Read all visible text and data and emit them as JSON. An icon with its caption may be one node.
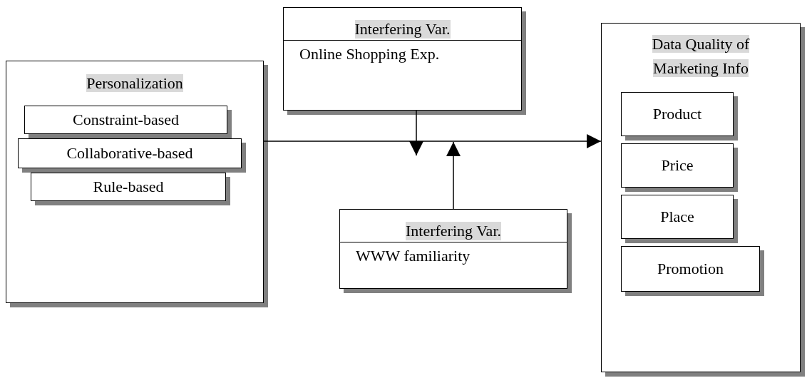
{
  "diagram": {
    "nodes": [
      {
        "text": [
          "Personalization"
        ]
      },
      {
        "text": [
          "Constraint-based"
        ],
        "in": 0
      },
      {
        "text": [
          "Collaborative-based"
        ],
        "in": 0
      },
      {
        "text": [
          "Rule-based"
        ],
        "in": 0
      },
      {
        "text": [
          "Interfering Var.",
          "Online Shopping Exp."
        ]
      },
      {
        "text": [
          "Interfering Var.",
          "WWW familiarity"
        ]
      },
      {
        "text": [
          "Data Quality of Marketing Info"
        ]
      },
      {
        "text": [
          "Product"
        ],
        "in": 6
      },
      {
        "text": [
          "Price"
        ],
        "in": 6
      },
      {
        "text": [
          "Place"
        ],
        "in": 6
      },
      {
        "text": [
          "Promotion"
        ],
        "in": 6
      }
    ],
    "edges": [
      {
        "from": 0,
        "to": 6,
        "arrow": "to"
      },
      {
        "from": 4,
        "to": null,
        "arrow": "to"
      },
      {
        "from": 5,
        "to": null,
        "arrow": "to"
      }
    ]
  }
}
